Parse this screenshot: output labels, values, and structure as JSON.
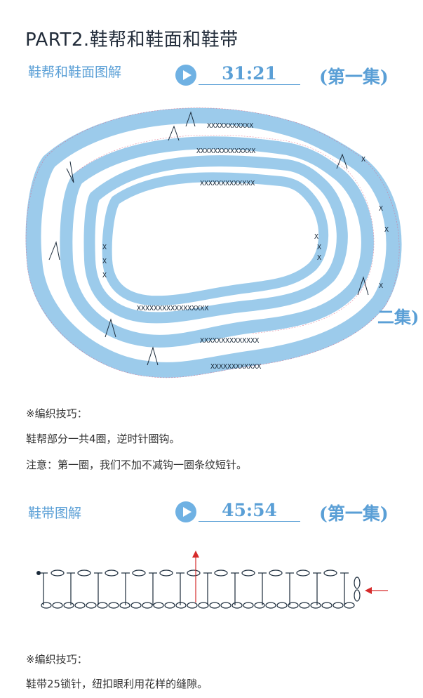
{
  "title": "PART2.鞋帮和鞋面和鞋带",
  "section1": {
    "label": "鞋帮和鞋面图解",
    "time": "31:21",
    "episode": "(第一集)"
  },
  "overlap_text": "二集)",
  "tips1": {
    "heading": "※编织技巧：",
    "line1": "鞋帮部分一共4圈，逆时针圈钩。",
    "line2": "注意：第一圈，我们不加不减钩一圈条纹短针。"
  },
  "section2": {
    "label": "鞋带图解",
    "time": "45:54",
    "episode": "(第一集)"
  },
  "tips2": {
    "heading": "※编织技巧：",
    "line1": "鞋带25锁针，纽扣眼利用花样的缝隙。"
  },
  "colors": {
    "band": "#9ccbeb",
    "accent": "#5a9fd6",
    "arrow": "#d62b2b",
    "ink": "#1a2a3a"
  },
  "icons": [
    "play-icon",
    "up-arrow-icon",
    "left-arrow-icon"
  ]
}
